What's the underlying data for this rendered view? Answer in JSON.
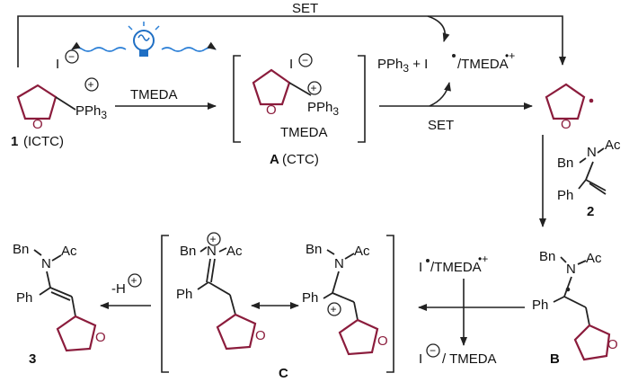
{
  "labels": {
    "set_top": "SET",
    "set_mid": "SET",
    "tmeda_arrow": "TMEDA",
    "iodide": "I",
    "pph3": "PPh",
    "pph3_sub": "3",
    "tmeda_complex": "TMEDA",
    "pph3_plus_i": "PPh",
    "pph3_plus_i_sub": "3",
    "pph3_plus_i_rest": " + I",
    "tmeda_radical_cation": "/TMEDA",
    "radical_cation_sup": "•+",
    "i_radical": "I",
    "i_tmeda": "/TMEDA",
    "i_anion_tmeda": "I",
    "i_anion_tmeda_rest": "/ TMEDA",
    "minus_h": "-H",
    "bn": "Bn",
    "n": "N",
    "ac": "Ac",
    "ph": "Ph",
    "o": "O"
  },
  "compounds": {
    "c1_num": "1",
    "c1_tag": "(ICTC)",
    "cA_num": "A",
    "cA_tag": "(CTC)",
    "c2_num": "2",
    "c3_num": "3",
    "cB_num": "B",
    "cC_num": "C"
  },
  "colors": {
    "ring": "#8b1c3c",
    "wave": "#2b7fd6",
    "bulb": "#1f6fc4"
  }
}
